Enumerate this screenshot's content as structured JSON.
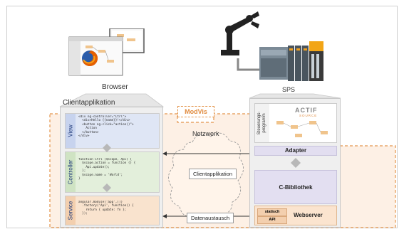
{
  "labels": {
    "browser": "Browser",
    "sps": "SPS",
    "clientapplikation": "Clientapplikation",
    "modvis": "ModVis",
    "netzwerk": "Netzwerk"
  },
  "left_layers": {
    "view": "View",
    "controller": "Controller",
    "service": "Service"
  },
  "code": {
    "view": "<div ng-controller=\"Ctrl\">\n  <div>Hello {{name}}!</div>\n  <button ng-click=\"action()\">\n    Action\n  </button>\n</div>",
    "controller": "function Ctrl ($scope, Api) {\n  $scope.action = function () {\n    Api.update();\n  };\n  $scope.name = 'World';\n}",
    "service": "angular.module('app',[])\n  .factory('Api', function() {\n    return { update: fn };\n  });"
  },
  "messages": {
    "clientapplikation": "Clientapplikation",
    "datenaustausch": "Datenaustausch"
  },
  "right_layers": {
    "steuerungsprogramm_line1": "Steuerungs-",
    "steuerungsprogramm_line2": "programm",
    "actif_logo": "ACTIF",
    "actif_sub": "SOURCE",
    "adapter": "Adapter",
    "cbibliothek": "C-Bibliothek",
    "webserver": "Webserver",
    "statisch": "statisch",
    "api": "API"
  },
  "colors": {
    "accent_orange": "#e4954c",
    "peach_fill": "#fbe4cf",
    "view_fill": "#dfe6f5",
    "controller_fill": "#e3efdb",
    "service_fill": "#f9e3ce",
    "adapter_fill": "#e2def0",
    "cbib_fill": "#e3dff1"
  }
}
